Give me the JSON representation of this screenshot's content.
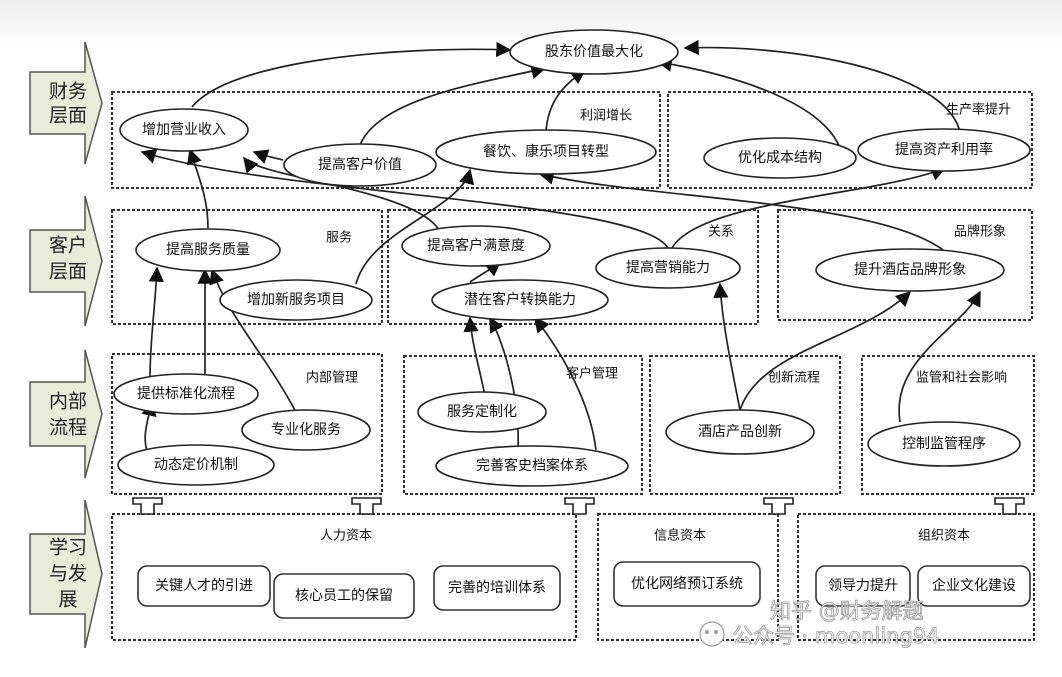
{
  "perspectives": [
    {
      "id": "financial",
      "lines": [
        "财务",
        "层面"
      ]
    },
    {
      "id": "customer",
      "lines": [
        "客户",
        "层面"
      ]
    },
    {
      "id": "internal",
      "lines": [
        "内部",
        "流程"
      ]
    },
    {
      "id": "learning",
      "lines": [
        "学习",
        "与发",
        "展"
      ]
    }
  ],
  "groups": {
    "profit_growth": "利润增长",
    "productivity": "生产率提升",
    "service": "服务",
    "relationship": "关系",
    "brand_image": "品牌形象",
    "internal_management": "内部管理",
    "customer_management": "客户管理",
    "innovation_process": "创新流程",
    "regulatory_social": "监管和社会影响",
    "human_capital": "人力资本",
    "information_capital": "信息资本",
    "organization_capital": "组织资本"
  },
  "nodes": {
    "shareholder_value": "股东价值最大化",
    "increase_revenue": "增加营业收入",
    "raise_customer_value": "提高客户价值",
    "catering_transform": "餐饮、康乐项目转型",
    "optimize_cost": "优化成本结构",
    "asset_utilization": "提高资产利用率",
    "service_quality": "提高服务质量",
    "new_service_items": "增加新服务项目",
    "customer_satisfaction": "提高客户满意度",
    "potential_conversion": "潜在客户转换能力",
    "marketing_ability": "提高营销能力",
    "hotel_brand": "提升酒店品牌形象",
    "standard_process": "提供标准化流程",
    "professional_service": "专业化服务",
    "dynamic_pricing": "动态定价机制",
    "customized_service": "服务定制化",
    "customer_records": "完善客史档案体系",
    "product_innovation": "酒店产品创新",
    "regulatory_control": "控制监管程序",
    "talent_intro": "关键人才的引进",
    "core_retention": "核心员工的保留",
    "training_system": "完善的培训体系",
    "booking_system": "优化网络预订系统",
    "leadership": "领导力提升",
    "corporate_culture": "企业文化建设"
  },
  "watermark": {
    "line1": "知乎 @财务解题",
    "line2": "公众号 · moonling94"
  }
}
